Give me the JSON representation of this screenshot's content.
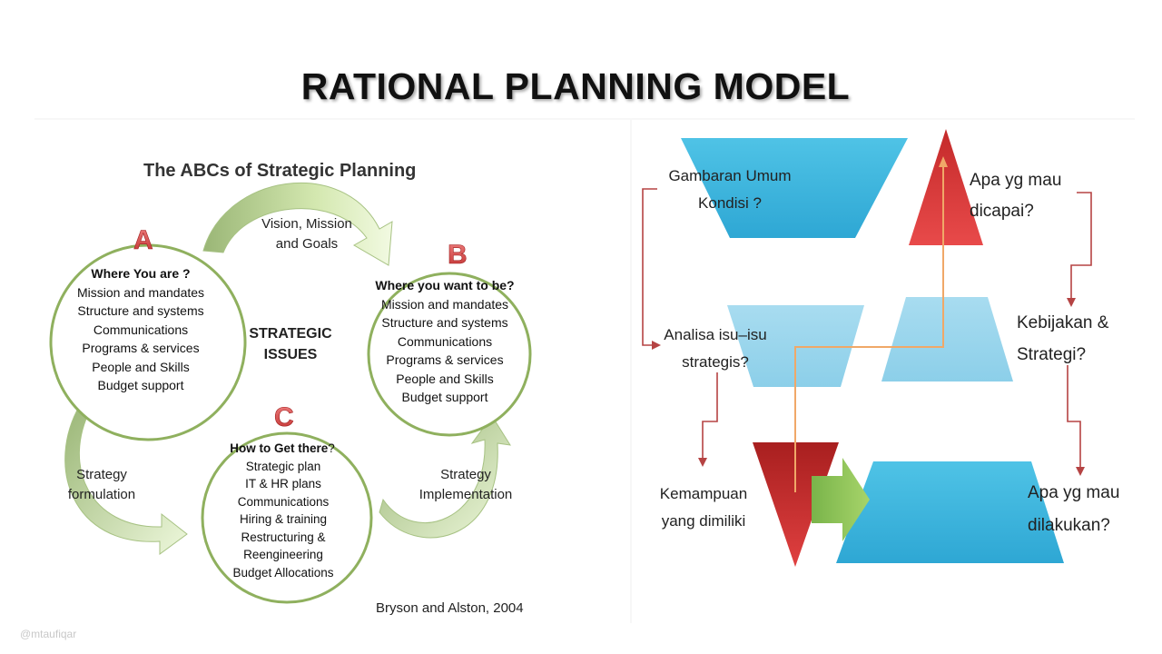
{
  "slide": {
    "title": "RATIONAL PLANNING MODEL",
    "watermark": "@mtaufiqar"
  },
  "abc": {
    "heading": "The ABCs of Strategic Planning",
    "circle_a": {
      "letter": "A",
      "title": "Where You are ?",
      "items": [
        "Mission and mandates",
        "Structure and systems",
        "Communications",
        "Programs & services",
        "People and Skills",
        "Budget support"
      ]
    },
    "circle_b": {
      "letter": "B",
      "title": "Where you want to be?",
      "items": [
        "Mission and mandates",
        "Structure and systems",
        "Communications",
        "Programs & services",
        "People and Skills",
        "Budget support"
      ]
    },
    "circle_c": {
      "letter": "C",
      "title": "How to Get there",
      "title_suffix": "?",
      "items": [
        "Strategic plan",
        "IT & HR plans",
        "Communications",
        "Hiring & training",
        "Restructuring &",
        "Reengineering",
        "Budget Allocations"
      ]
    },
    "center": [
      "STRATEGIC",
      "ISSUES"
    ],
    "arrow_vision": [
      "Vision, Mission",
      "and Goals"
    ],
    "arrow_formulation": [
      "Strategy",
      "formulation"
    ],
    "arrow_implementation": [
      "Strategy",
      "Implementation"
    ],
    "citation": "Bryson  and Alston, 2004"
  },
  "flow": {
    "gambaran": [
      "Gambaran Umum",
      "Kondisi ?"
    ],
    "apa_dicapai": [
      "Apa yg mau",
      "dicapai?"
    ],
    "analisa": [
      "Analisa isu–isu",
      "strategis?"
    ],
    "kebijakan": [
      "Kebijakan &",
      "Strategi?"
    ],
    "kemampuan": [
      "Kemampuan",
      "yang dimiliki"
    ],
    "dilakukan": [
      "Apa yg mau",
      "dilakukan?"
    ]
  }
}
